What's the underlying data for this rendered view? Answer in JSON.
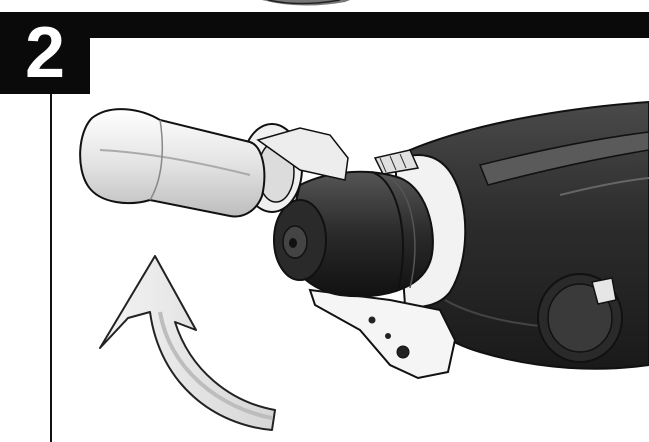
{
  "step": {
    "number": "2"
  },
  "illustration": {
    "subject": "drill-with-side-handle",
    "arrow": "curved-rotation-arrow",
    "colors": {
      "body": "#2e2e2e",
      "outline": "#111111",
      "handle": "#ececec",
      "bar": "#0a0a0a"
    }
  }
}
